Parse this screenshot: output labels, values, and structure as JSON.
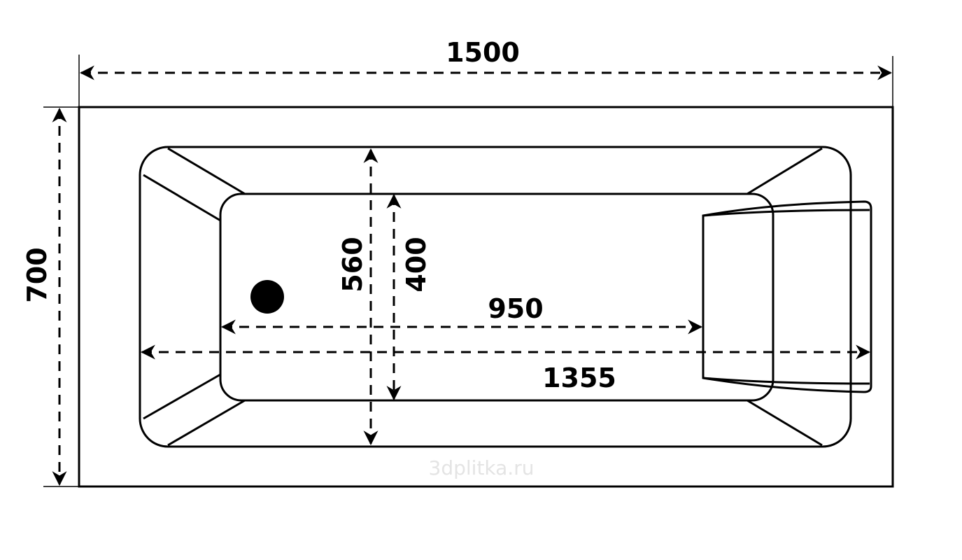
{
  "diagram": {
    "title": "Bathtub dimensions (top view)",
    "dimensions": {
      "overall_length": "1500",
      "overall_width": "700",
      "inner_width_top": "560",
      "bottom_width": "400",
      "bottom_length": "950",
      "inner_length": "1355"
    },
    "watermark": "3dplitka.ru",
    "colors": {
      "line": "#000000",
      "watermark": "#e4e4e4"
    }
  }
}
